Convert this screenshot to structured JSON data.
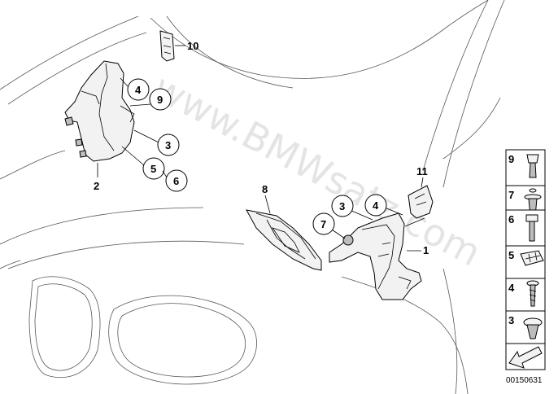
{
  "watermark": "www.BMWsatz.com",
  "callouts": {
    "c4a": "4",
    "c9a": "9",
    "c3a": "3",
    "c5a": "5",
    "c6a": "6",
    "c3b": "3",
    "c4b": "4",
    "c7b": "7"
  },
  "part_numbers": {
    "p10": "10",
    "p2": "2",
    "p8": "8",
    "p11": "11",
    "p1": "1"
  },
  "legend": {
    "items": [
      "9",
      "7",
      "6",
      "5",
      "4",
      "3"
    ]
  },
  "diagram_id": "00150631"
}
